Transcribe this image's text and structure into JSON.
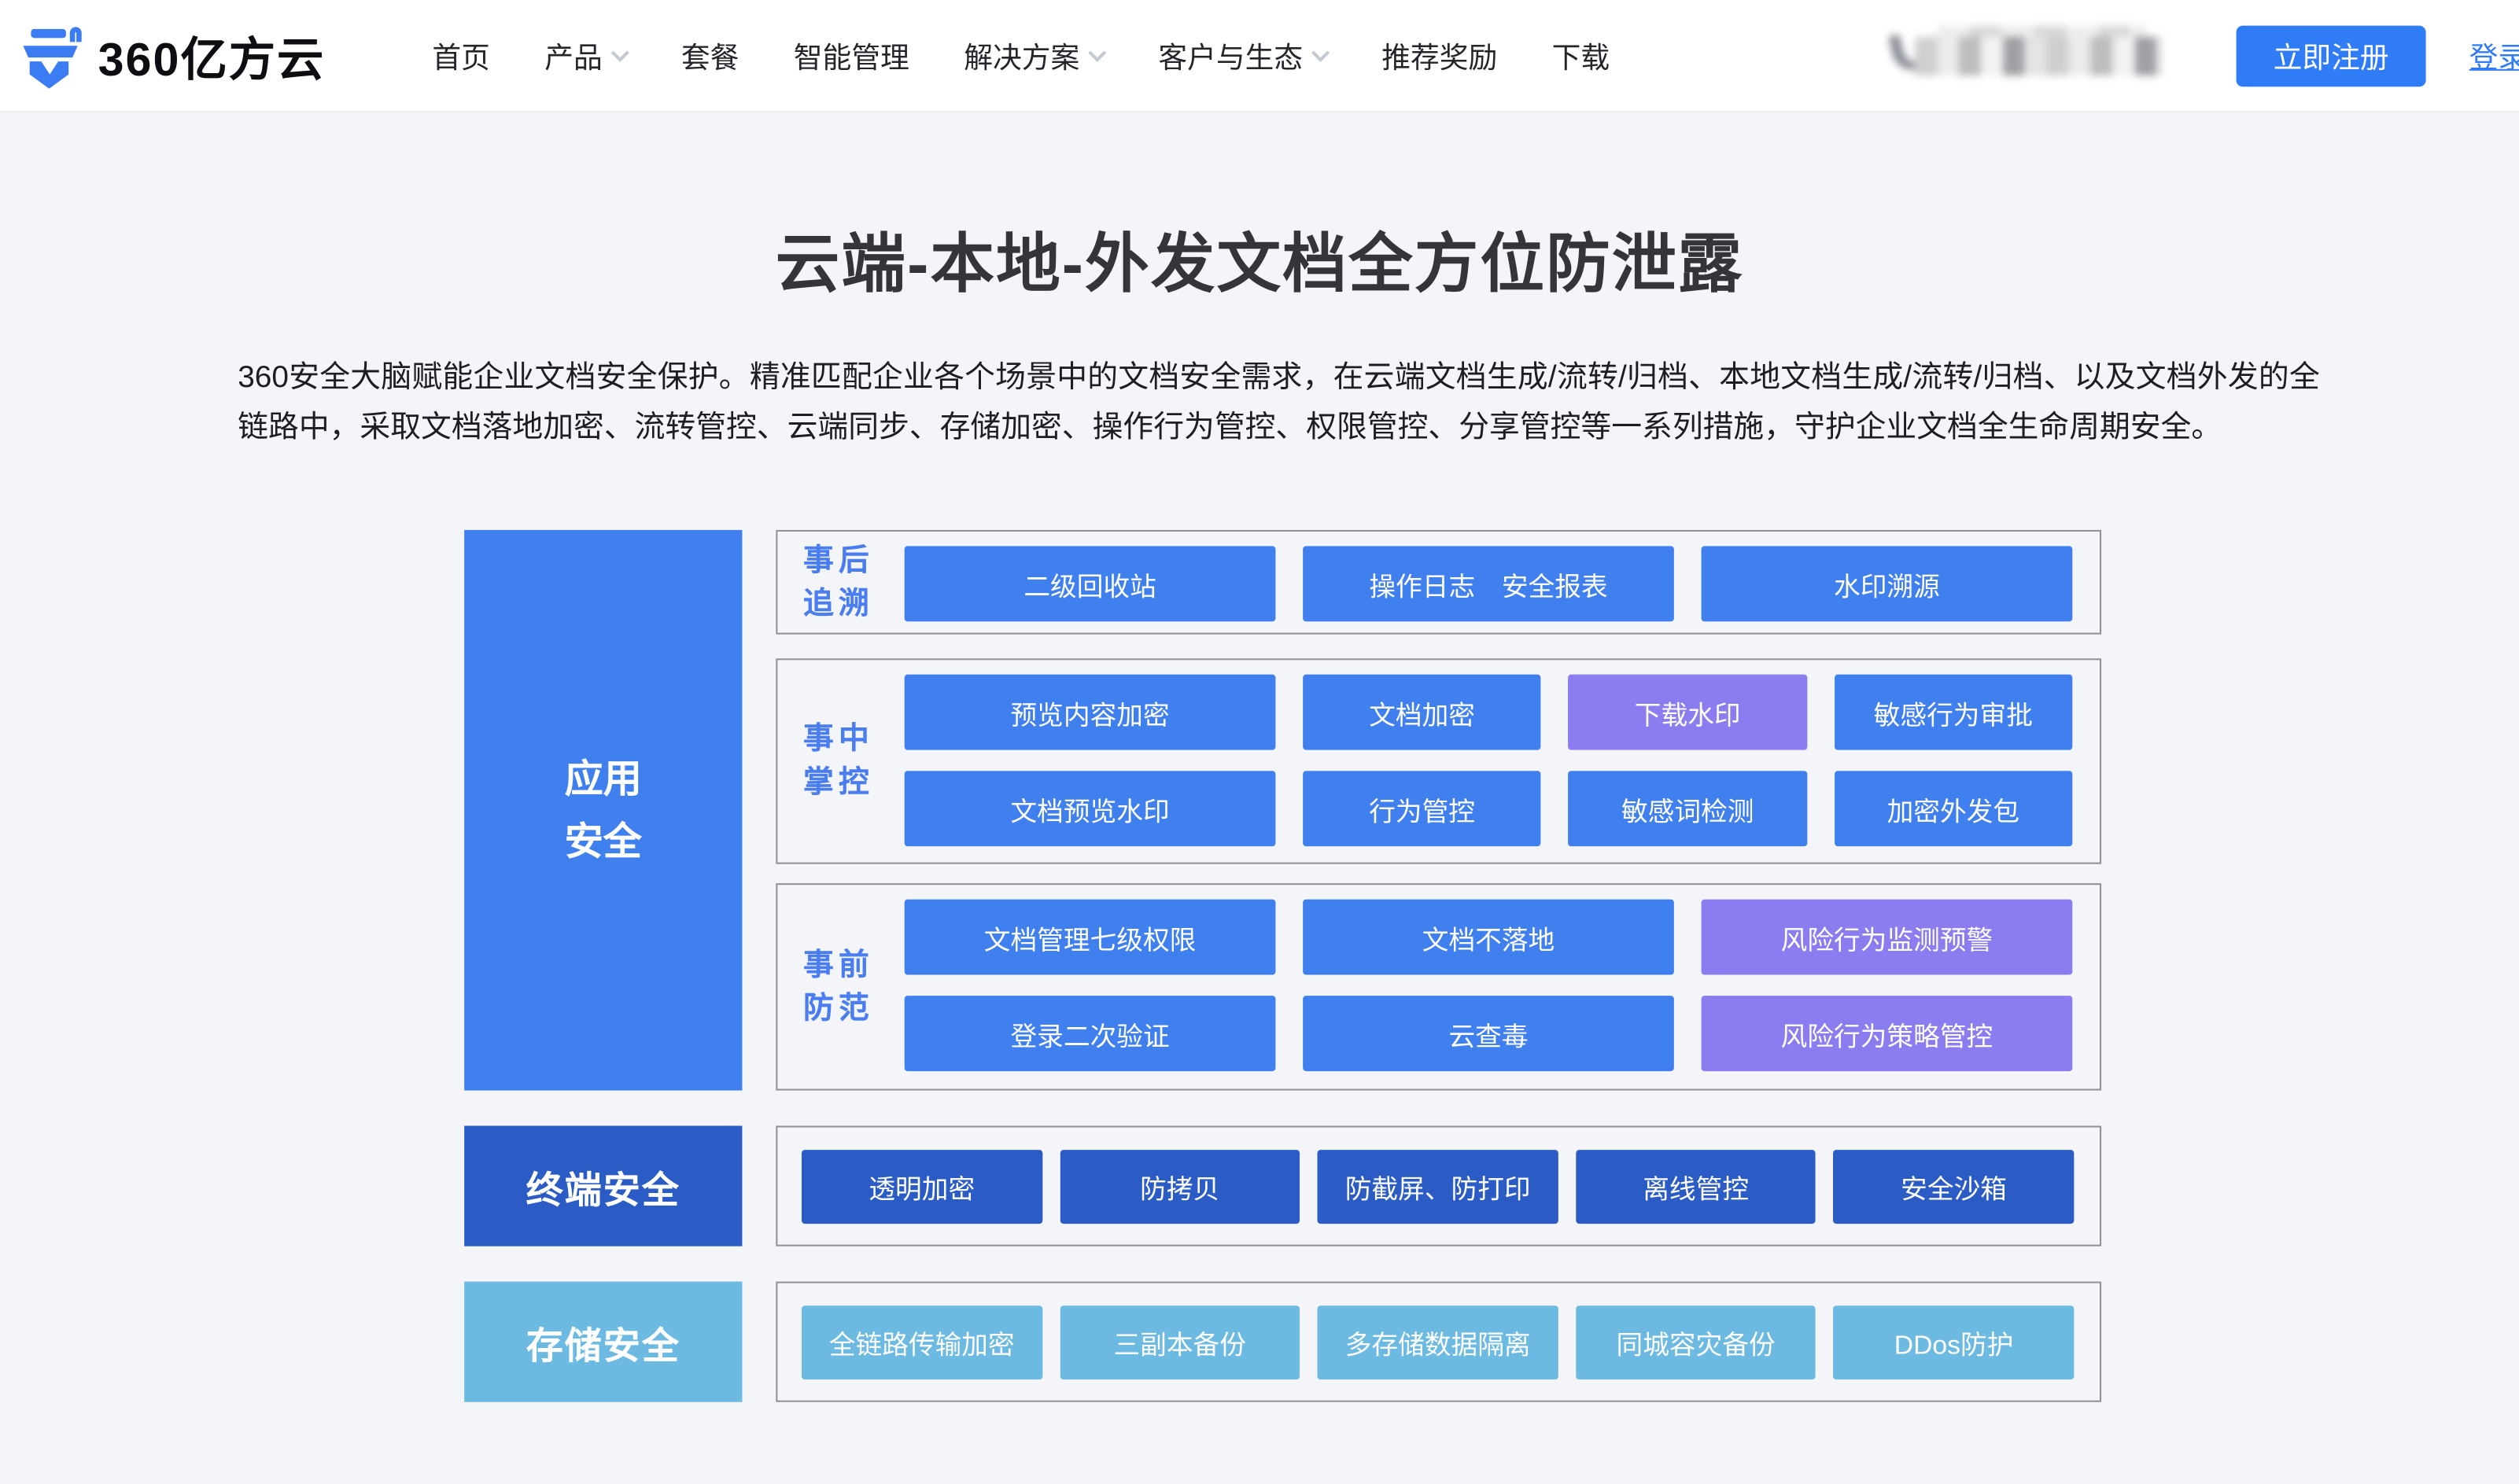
{
  "nav": {
    "logo_text": "360亿方云",
    "items": [
      {
        "label": "首页",
        "has_dropdown": false
      },
      {
        "label": "产品",
        "has_dropdown": true
      },
      {
        "label": "套餐",
        "has_dropdown": false
      },
      {
        "label": "智能管理",
        "has_dropdown": false
      },
      {
        "label": "解决方案",
        "has_dropdown": true
      },
      {
        "label": "客户与生态",
        "has_dropdown": true
      },
      {
        "label": "推荐奖励",
        "has_dropdown": false
      },
      {
        "label": "下载",
        "has_dropdown": false
      }
    ],
    "register_label": "立即注册",
    "login_label": "登录"
  },
  "hero": {
    "title": "云端-本地-外发文档全方位防泄露",
    "description": "360安全大脑赋能企业文档安全保护。精准匹配企业各个场景中的文档安全需求，在云端文档生成/流转/归档、本地文档生成/流转/归档、以及文档外发的全链路中，采取文档落地加密、流转管控、云端同步、存储加密、操作行为管控、权限管控、分享管控等一系列措施，守护企业文档全生命周期安全。"
  },
  "diagram": {
    "app_label": "应用安全",
    "app_groups": [
      {
        "label": "事后追溯",
        "buttons": [
          {
            "text": "二级回收站"
          },
          {
            "text": "操作日志　安全报表"
          },
          {
            "text": "水印溯源"
          }
        ]
      },
      {
        "label": "事中掌控",
        "buttons": [
          {
            "text": "预览内容加密"
          },
          {
            "text": "文档加密"
          },
          {
            "text": "下载水印",
            "highlight": "purple"
          },
          {
            "text": "敏感行为审批"
          },
          {
            "text": "文档预览水印"
          },
          {
            "text": "行为管控"
          },
          {
            "text": "敏感词检测"
          },
          {
            "text": "加密外发包"
          }
        ]
      },
      {
        "label": "事前防范",
        "buttons": [
          {
            "text": "文档管理七级权限"
          },
          {
            "text": "文档不落地"
          },
          {
            "text": "风险行为监测预警",
            "highlight": "purple"
          },
          {
            "text": "登录二次验证"
          },
          {
            "text": "云查毒"
          },
          {
            "text": "风险行为策略管控",
            "highlight": "purple"
          }
        ]
      }
    ],
    "terminal": {
      "label": "终端安全",
      "buttons": [
        {
          "text": "透明加密"
        },
        {
          "text": "防拷贝"
        },
        {
          "text": "防截屏、防打印"
        },
        {
          "text": "离线管控"
        },
        {
          "text": "安全沙箱"
        }
      ]
    },
    "storage": {
      "label": "存储安全",
      "buttons": [
        {
          "text": "全链路传输加密"
        },
        {
          "text": "三副本备份"
        },
        {
          "text": "多存储数据隔离"
        },
        {
          "text": "同城容灾备份"
        },
        {
          "text": "DDos防护"
        }
      ]
    }
  },
  "colors": {
    "accent_blue": "#2f7cf6",
    "button_blue": "#4080ee",
    "button_purple": "#8b7cf0",
    "terminal_dark_blue": "#2b5cc6",
    "storage_light_blue": "#6cb9e2",
    "group_label_blue": "#4a7df0",
    "page_background": "#f3f5f9"
  }
}
